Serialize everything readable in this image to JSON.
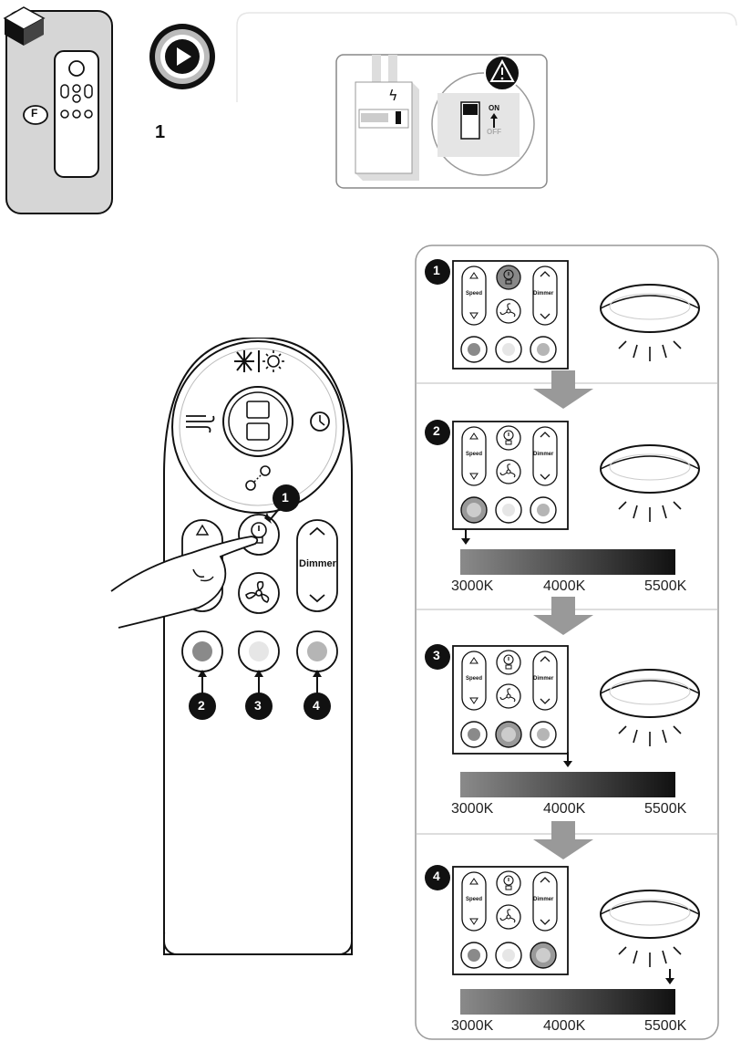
{
  "header": {
    "mode_letter": "F",
    "step_number": "1"
  },
  "switch_panel": {
    "on_label": "ON",
    "off_label": "OFF"
  },
  "remote": {
    "dimmer_label": "Dimmer",
    "callouts": [
      "1",
      "2",
      "3",
      "4"
    ]
  },
  "steps": [
    {
      "number": "1",
      "speed_label": "Speed",
      "dimmer_label": "Dimmer",
      "active_button": 0
    },
    {
      "number": "2",
      "speed_label": "Speed",
      "dimmer_label": "Dimmer",
      "active_button": 1
    },
    {
      "number": "3",
      "speed_label": "Speed",
      "dimmer_label": "Dimmer",
      "active_button": 2
    },
    {
      "number": "4",
      "speed_label": "Speed",
      "dimmer_label": "Dimmer",
      "active_button": 3
    }
  ],
  "scale": {
    "labels": [
      "3000K",
      "4000K",
      "5500K"
    ],
    "bars": [
      {
        "marker_fraction": 0.0
      },
      {
        "marker_fraction": 0.5
      },
      {
        "marker_fraction": 1.0
      }
    ]
  }
}
